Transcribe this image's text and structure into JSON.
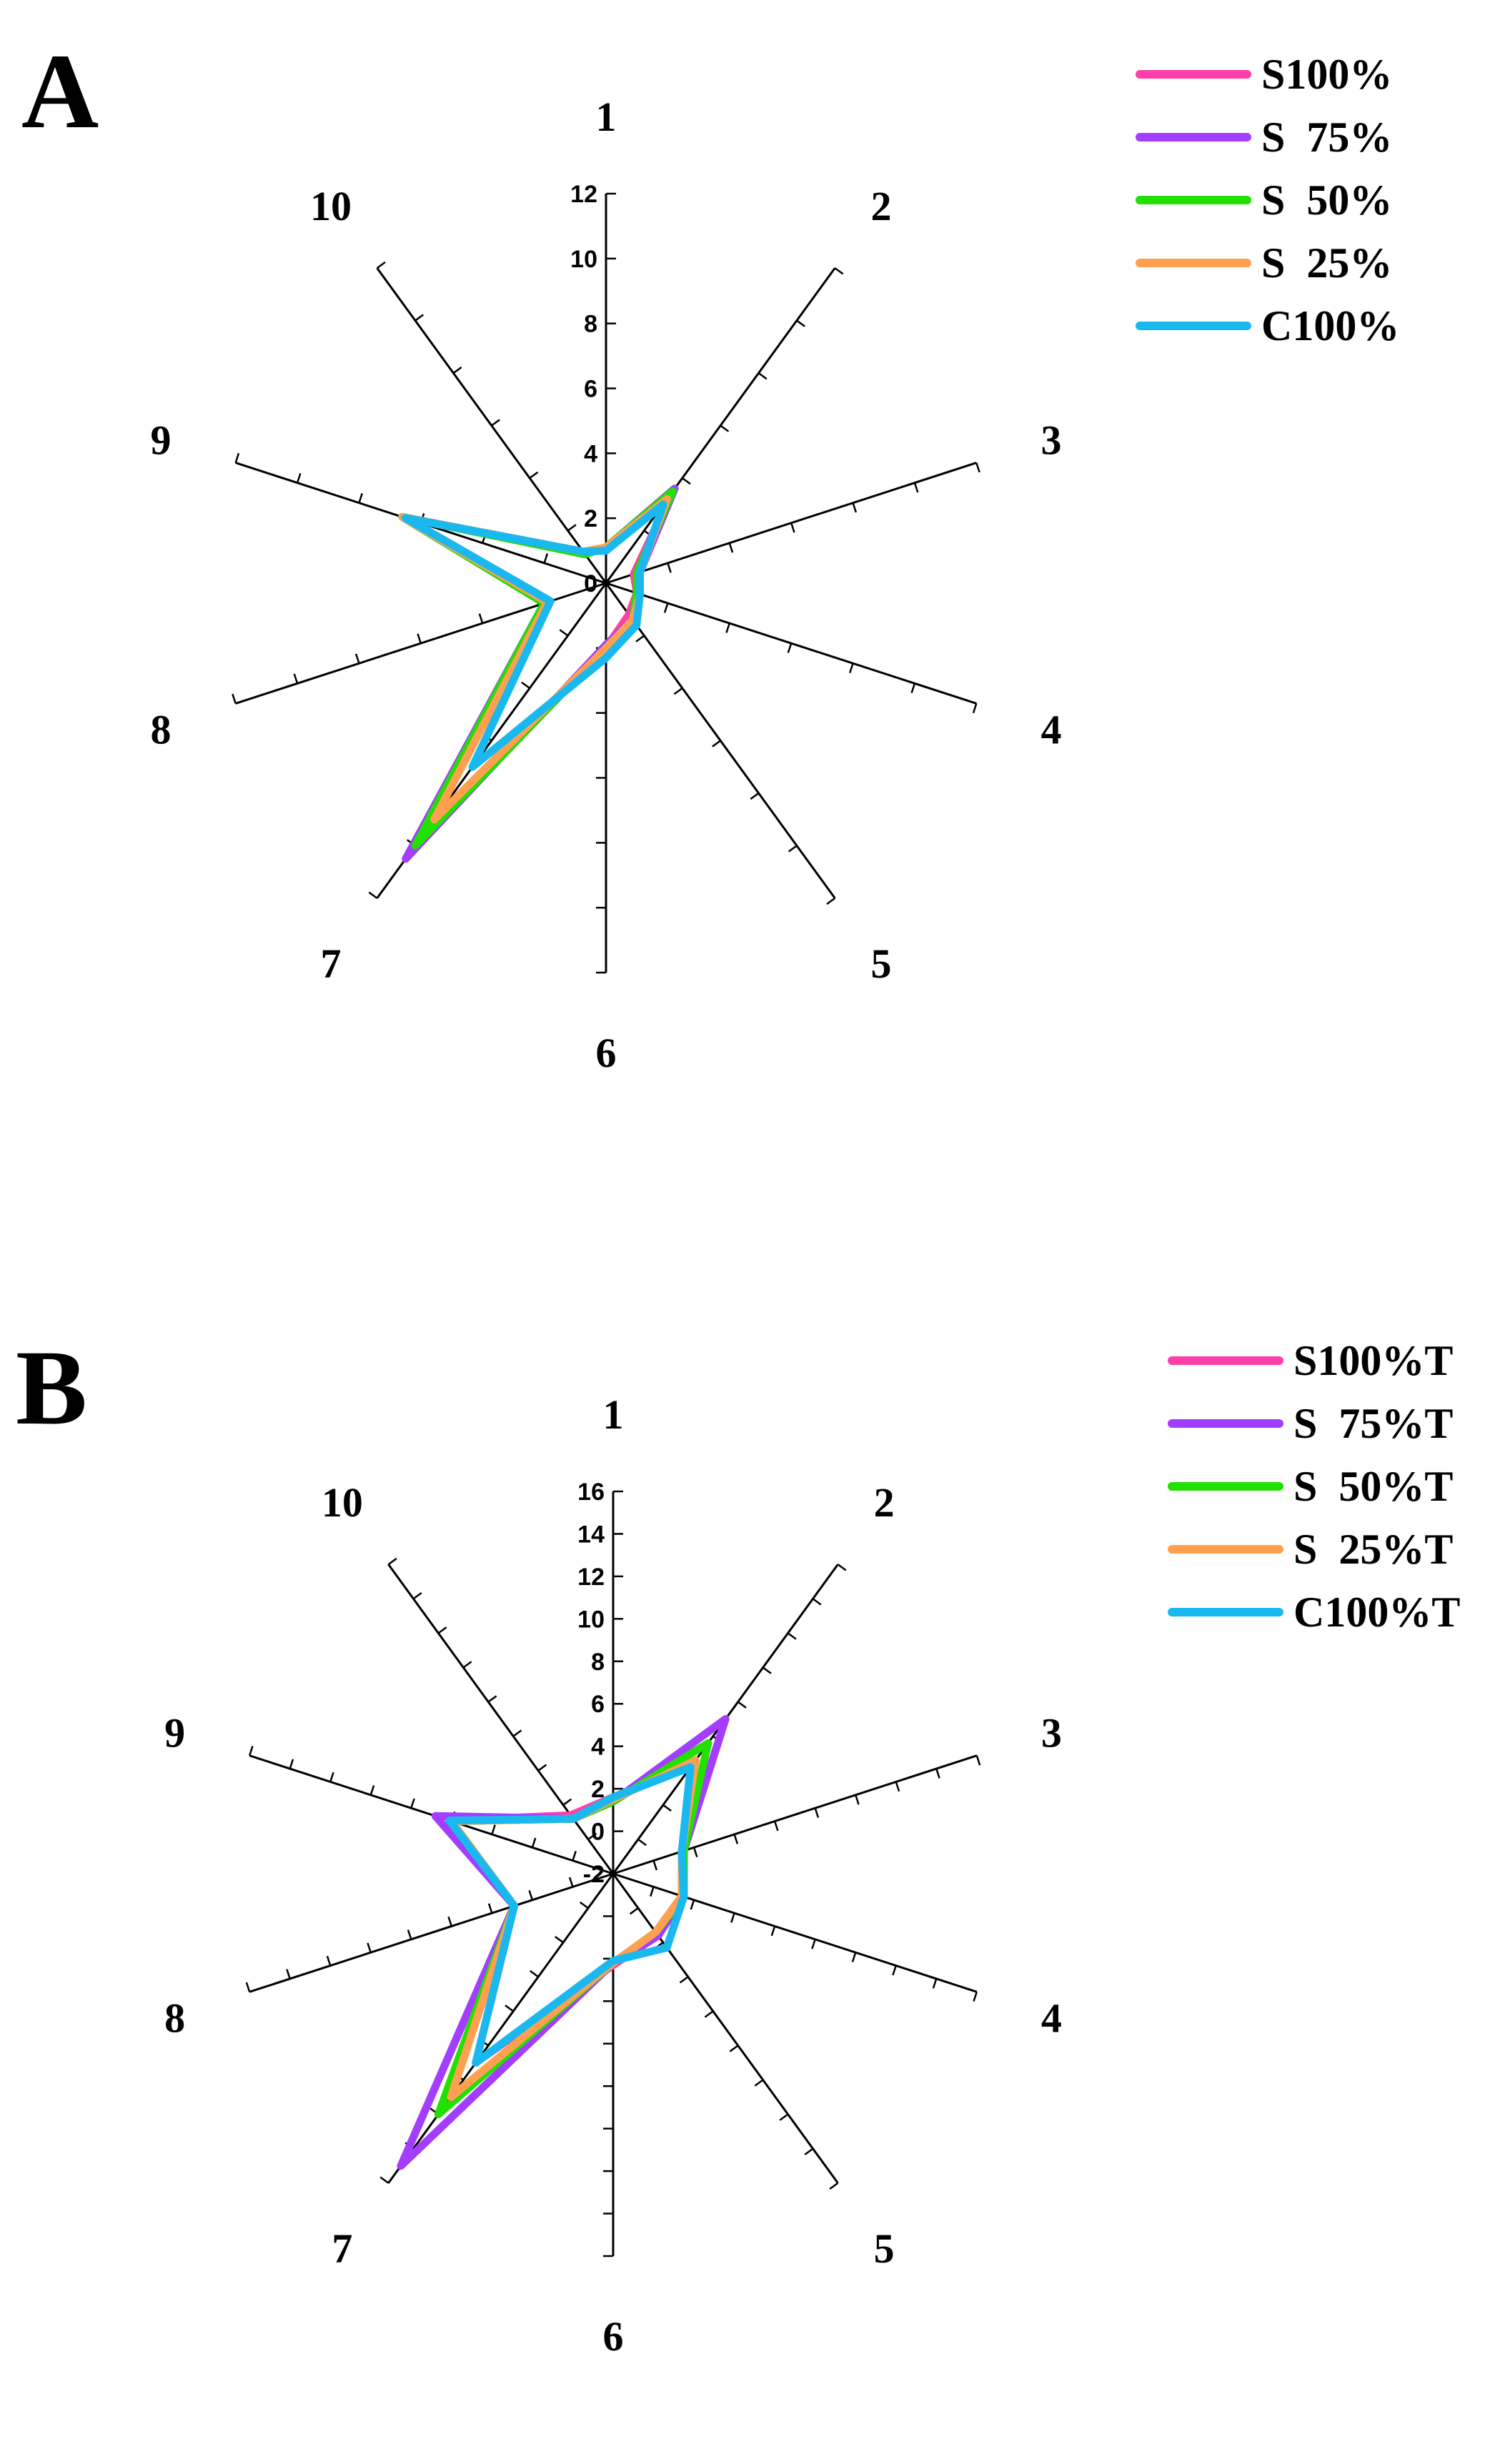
{
  "chart_data": [
    {
      "type": "radar",
      "panel_label": "A",
      "axes": [
        "1",
        "2",
        "3",
        "4",
        "5",
        "6",
        "7",
        "8",
        "9",
        "10"
      ],
      "rlim": [
        0,
        12
      ],
      "ticks": [
        "0",
        "2",
        "4",
        "6",
        "8",
        "10",
        "12"
      ],
      "series": [
        {
          "name": "S100%",
          "color": "#ff3fa8",
          "values": [
            1.0,
            3.5,
            0.9,
            1.0,
            1.2,
            2.0,
            10.0,
            1.8,
            6.5,
            1.2
          ]
        },
        {
          "name": "S  75%",
          "color": "#a33dff",
          "values": [
            1.1,
            3.6,
            1.1,
            1.0,
            1.4,
            1.9,
            10.5,
            2.0,
            6.6,
            1.1
          ]
        },
        {
          "name": "S  50%",
          "color": "#22e000",
          "values": [
            1.1,
            3.5,
            1.0,
            1.0,
            1.4,
            2.0,
            10.0,
            2.0,
            6.6,
            1.1
          ]
        },
        {
          "name": "S  25%",
          "color": "#ffa050",
          "values": [
            1.1,
            3.2,
            1.1,
            1.1,
            1.4,
            2.0,
            9.0,
            1.9,
            6.6,
            1.2
          ]
        },
        {
          "name": "C100%",
          "color": "#19b9f0",
          "values": [
            1.0,
            3.0,
            1.1,
            1.1,
            1.6,
            2.3,
            7.0,
            1.8,
            6.5,
            1.2
          ]
        }
      ]
    },
    {
      "type": "radar",
      "panel_label": "B",
      "axes": [
        "1",
        "2",
        "3",
        "4",
        "5",
        "6",
        "7",
        "8",
        "9",
        "10"
      ],
      "rlim": [
        -2,
        16
      ],
      "ticks": [
        "-2",
        "0",
        "2",
        "4",
        "6",
        "8",
        "10",
        "12",
        "14",
        "16"
      ],
      "series": [
        {
          "name": "S100%T",
          "color": "#ff3fa8",
          "values": [
            1.6,
            4.4,
            1.4,
            1.4,
            1.6,
            2.3,
            9.0,
            2.9,
            6.1,
            1.4
          ]
        },
        {
          "name": "S  75%T",
          "color": "#a33dff",
          "values": [
            1.4,
            7.0,
            1.5,
            1.5,
            1.6,
            2.2,
            15.0,
            2.9,
            6.8,
            1.2
          ]
        },
        {
          "name": "S  50%T",
          "color": "#22e000",
          "values": [
            1.4,
            5.6,
            1.5,
            1.5,
            1.4,
            2.2,
            12.0,
            2.9,
            6.0,
            1.2
          ]
        },
        {
          "name": "S  25%T",
          "color": "#ffa050",
          "values": [
            1.5,
            4.6,
            1.4,
            1.4,
            1.4,
            2.2,
            11.0,
            2.9,
            6.0,
            1.2
          ]
        },
        {
          "name": "C100%T",
          "color": "#19b9f0",
          "values": [
            1.6,
            4.2,
            1.4,
            1.5,
            2.3,
            2.1,
            9.0,
            2.9,
            6.1,
            1.2
          ]
        }
      ]
    }
  ]
}
